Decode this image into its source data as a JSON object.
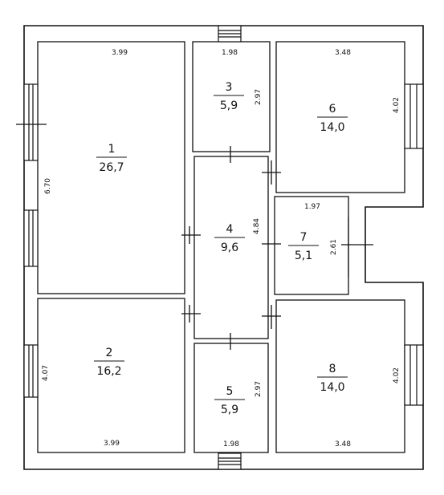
{
  "rooms": [
    {
      "id": "1",
      "number": "1",
      "area": "26,7",
      "width_label": "3.99",
      "height_label": "6.70"
    },
    {
      "id": "2",
      "number": "2",
      "area": "16,2",
      "width_label": "3.99",
      "height_label": "4.07"
    },
    {
      "id": "3",
      "number": "3",
      "area": "5,9",
      "width_label": "1.98",
      "height_label": "2.97"
    },
    {
      "id": "4",
      "number": "4",
      "area": "9,6",
      "height_label": "4.84"
    },
    {
      "id": "5",
      "number": "5",
      "area": "5,9",
      "width_label": "1.98",
      "height_label": "2.97"
    },
    {
      "id": "6",
      "number": "6",
      "area": "14,0",
      "width_label": "3.48",
      "height_label": "4.02"
    },
    {
      "id": "7",
      "number": "7",
      "area": "5,1",
      "width_label": "1.97",
      "height_label": "2.61"
    },
    {
      "id": "8",
      "number": "8",
      "area": "14,0",
      "width_label": "3.48",
      "height_label": "4.02"
    }
  ],
  "colors": {
    "wall": "#111111",
    "background": "#ffffff"
  }
}
